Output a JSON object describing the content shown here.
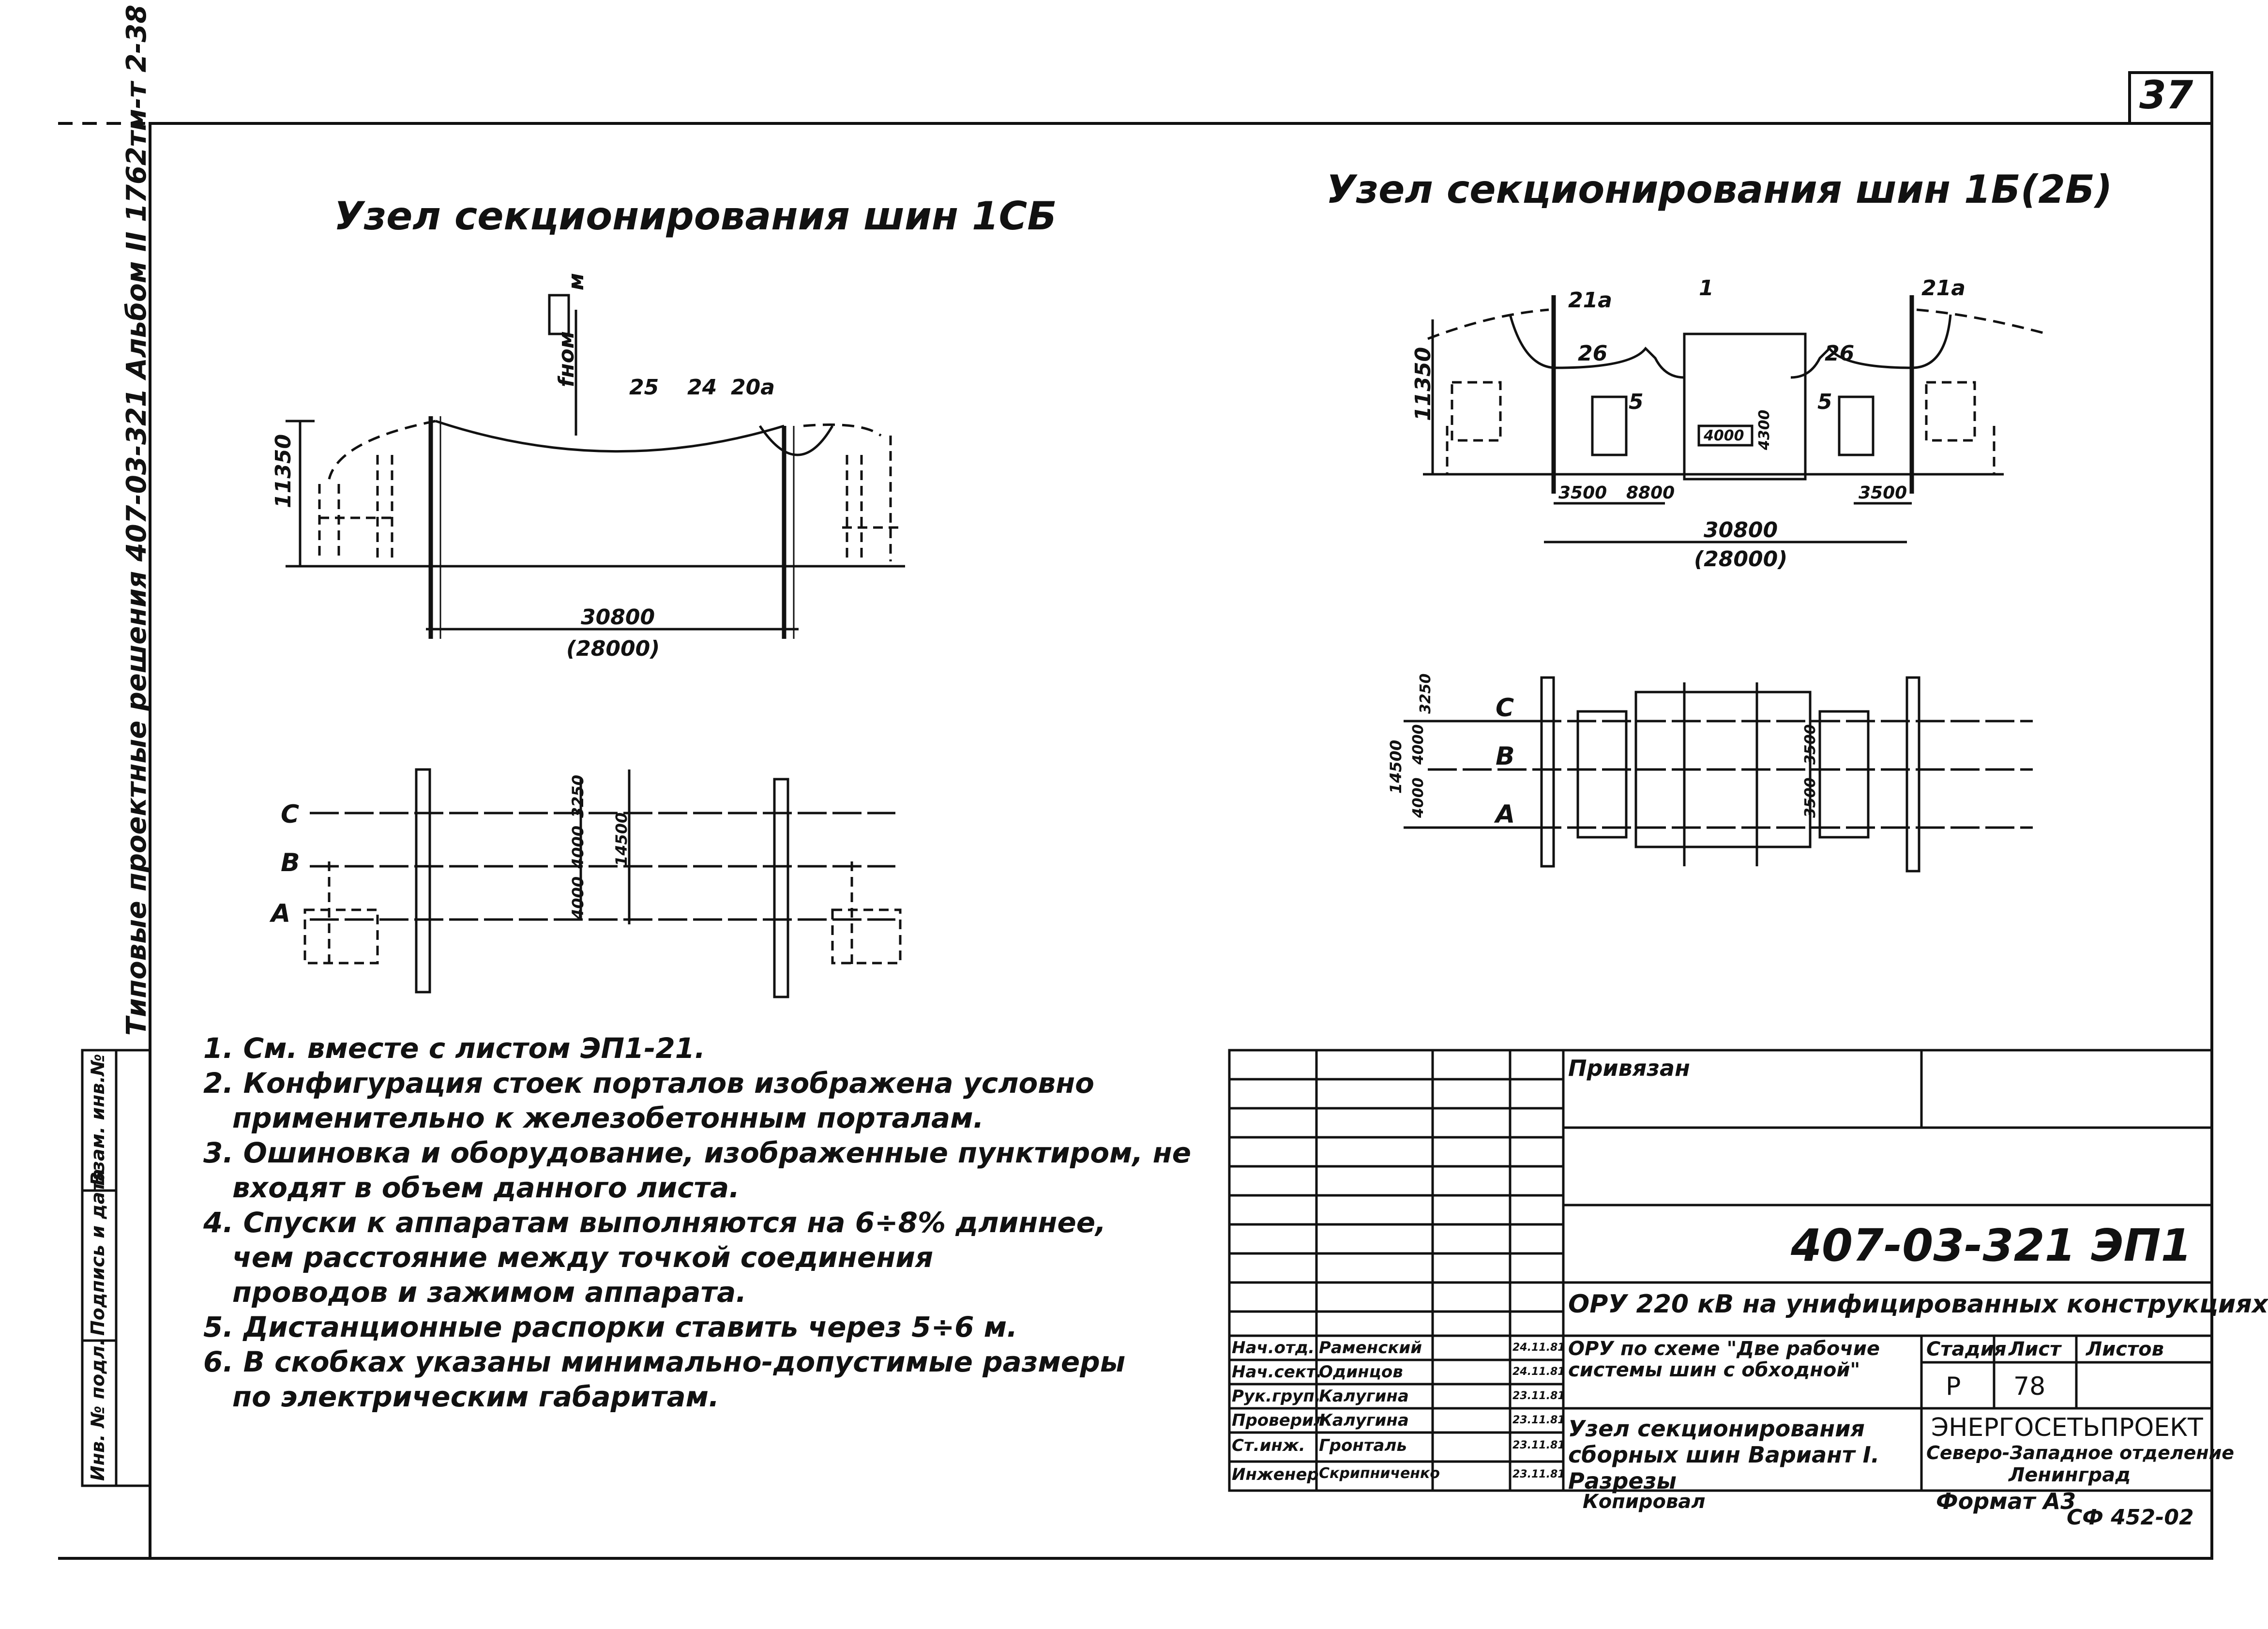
{
  "page": {
    "sheet_number": "37",
    "copy_id": "CФ 452-02"
  },
  "left_section": {
    "title": "Узел секционирования шин 1СБ",
    "elevation": {
      "height_label": "11350",
      "span_label": "30800",
      "span_min_label": "(28000)",
      "callouts": [
        "25",
        "24",
        "20а"
      ],
      "fnom_label": "fном",
      "m_label": "м"
    },
    "plan": {
      "phases": [
        "C",
        "B",
        "A"
      ],
      "dims": [
        "3250",
        "4000",
        "4000",
        "14500"
      ]
    }
  },
  "right_section": {
    "title": "Узел секционирования шин 1Б(2Б)",
    "elevation": {
      "height_label": "11350",
      "callouts": [
        "21а",
        "1",
        "21а",
        "26",
        "26",
        "5",
        "5"
      ],
      "dims": [
        "3500",
        "8800",
        "3500",
        "4000",
        "4300"
      ],
      "span_label": "30800",
      "span_min_label": "(28000)"
    },
    "plan": {
      "phases": [
        "C",
        "B",
        "A"
      ],
      "dims": [
        "14500",
        "4000",
        "4000",
        "3250",
        "3500",
        "3500"
      ]
    }
  },
  "notes": [
    "1. См. вместе с листом ЭП1-21.",
    "2. Конфигурация стоек порталов изображена условно",
    "применительно к железобетонным порталам.",
    "3. Ошиновка и оборудование, изображенные пунктиром, не",
    "входят в объем данного листа.",
    "4. Спуски к аппаратам выполняются на 6÷8% длиннее,",
    "чем расстояние между точкой соединения",
    "проводов и зажимом аппарата.",
    "5. Дистанционные распорки ставить через 5÷6 м.",
    "6. В скобках указаны минимально-допустимые размеры",
    "по электрическим габаритам."
  ],
  "side_margin": {
    "album_text": "Типовые проектные решения 407-03-321  Альбом II  1762тм-т 2-38",
    "stamp_cells": [
      "Инв. № подл.",
      "Подпись и дата",
      "Взам. инв.№"
    ]
  },
  "title_block": {
    "privyazan": "Привязан",
    "doc_code": "407-03-321",
    "sheet_code": "ЭП1",
    "project_title": "ОРУ 220 кВ на унифицированных конструкциях",
    "scheme_title": "ОРУ по схеме \"Две рабочие системы шин с обходной\"",
    "drawing_title": "Узел секционирования сборных шин Вариант I. Разрезы",
    "stage_header": "Стадия",
    "sheet_header": "Лист",
    "sheets_header": "Листов",
    "stage": "Р",
    "sheet": "78",
    "org_name": "ЭНЕРГОСЕТЬПРОЕКТ",
    "org_branch": "Северо-Западное отделение",
    "org_city": "Ленинград",
    "copied": "Копировал",
    "format": "Формат А3",
    "staff": [
      {
        "role": "Нач.отд.",
        "name": "Раменский",
        "date": "24.11.81"
      },
      {
        "role": "Нач.сект.",
        "name": "Одинцов",
        "date": "24.11.81"
      },
      {
        "role": "Рук.груп.",
        "name": "Калугина",
        "date": "23.11.81"
      },
      {
        "role": "Проверил",
        "name": "Калугина",
        "date": "23.11.81"
      },
      {
        "role": "Ст.инж.",
        "name": "Гронталь",
        "date": "23.11.81"
      },
      {
        "role": "Инженер",
        "name": "Скрипниченко",
        "date": "23.11.81"
      }
    ]
  }
}
